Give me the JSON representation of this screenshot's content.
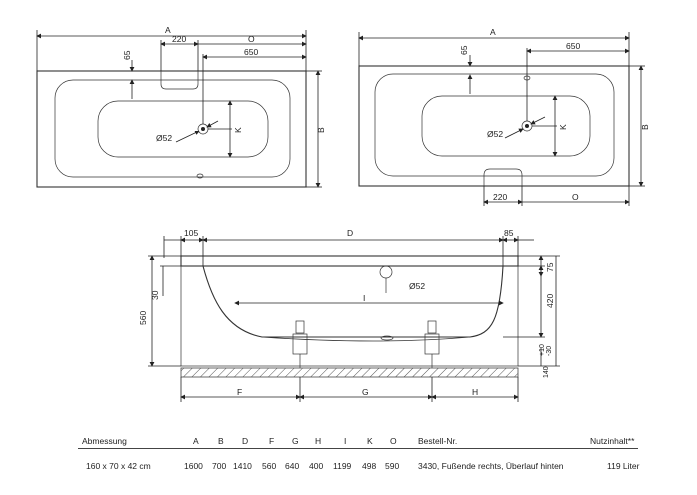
{
  "top_left": {
    "dims": {
      "A": "A",
      "w220": "220",
      "O": "O",
      "w650": "650",
      "h65": "65",
      "B": "B",
      "K": "K",
      "d52": "Ø52"
    }
  },
  "top_right": {
    "dims": {
      "A": "A",
      "w650": "650",
      "h65": "65",
      "B": "B",
      "K": "K",
      "d52": "Ø52",
      "w220": "220",
      "O": "O"
    }
  },
  "side": {
    "dims": {
      "d105": "105",
      "D": "D",
      "d85": "85",
      "d75": "75",
      "d420": "420",
      "d560": "560",
      "d30": "30",
      "I": "I",
      "d52": "Ø52",
      "plus10": "+10",
      "minus30": "-30",
      "d140": "140",
      "F": "F",
      "G": "G",
      "H": "H"
    }
  },
  "table": {
    "headers": [
      "Abmessung",
      "A",
      "B",
      "D",
      "F",
      "G",
      "H",
      "I",
      "K",
      "O",
      "Bestell-Nr.",
      "Nutzinhalt**"
    ],
    "row": [
      "160 x 70 x 42 cm",
      "1600",
      "700",
      "1410",
      "560",
      "640",
      "400",
      "1199",
      "498",
      "590",
      "3430, Fußende rechts, Überlauf hinten",
      "119 Liter"
    ]
  }
}
